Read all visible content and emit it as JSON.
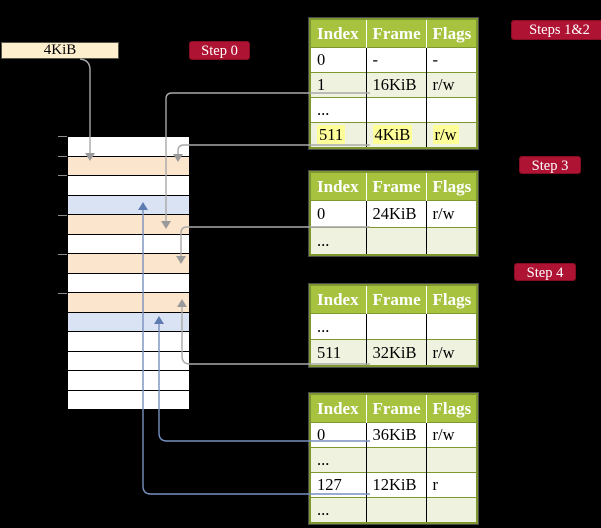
{
  "labels": {
    "page_size_box": "4KiB",
    "step0": "Step 0",
    "steps12": "Steps 1&2",
    "step3": "Step 3",
    "step4": "Step 4"
  },
  "tables": {
    "t1": {
      "headers": [
        "Index",
        "Frame",
        "Flags"
      ],
      "rows": [
        [
          "0",
          "-",
          "-"
        ],
        [
          "1",
          "16KiB",
          "r/w"
        ],
        [
          "...",
          "",
          ""
        ],
        [
          "511",
          "4KiB",
          "r/w"
        ]
      ],
      "highlighted_row": "511 | 4KiB | r/w"
    },
    "t2": {
      "headers": [
        "Index",
        "Frame",
        "Flags"
      ],
      "rows": [
        [
          "0",
          "24KiB",
          "r/w"
        ],
        [
          "...",
          "",
          ""
        ]
      ]
    },
    "t3": {
      "headers": [
        "Index",
        "Frame",
        "Flags"
      ],
      "rows": [
        [
          "...",
          "",
          ""
        ],
        [
          "511",
          "32KiB",
          "r/w"
        ]
      ]
    },
    "t4": {
      "headers": [
        "Index",
        "Frame",
        "Flags"
      ],
      "rows": [
        [
          "0",
          "36KiB",
          "r/w"
        ],
        [
          "...",
          "",
          ""
        ],
        [
          "127",
          "12KiB",
          "r"
        ],
        [
          "...",
          "",
          ""
        ]
      ]
    }
  },
  "memory": {
    "rows": [
      "white",
      "peach",
      "white",
      "blue",
      "peach",
      "white",
      "peach",
      "white",
      "peach",
      "blue",
      "white",
      "white",
      "white",
      "white"
    ],
    "frame_size": "4KiB"
  },
  "arrows": [
    {
      "from": "4KiB box",
      "to": "memory frame 4KiB (peach)",
      "color": "gray",
      "direction": "down"
    },
    {
      "from": "table1 row 1 / 16KiB",
      "to": "memory frame 16KiB (peach)",
      "color": "gray",
      "direction": "down"
    },
    {
      "from": "table1 row 511 / 4KiB",
      "to": "memory frame 4KiB (peach)",
      "color": "gray",
      "direction": "down"
    },
    {
      "from": "table2 row 0 / 24KiB",
      "to": "memory frame 24KiB (peach)",
      "color": "gray",
      "direction": "down"
    },
    {
      "from": "table3 row 511 / 32KiB",
      "to": "memory frame 32KiB (peach)",
      "color": "gray",
      "direction": "up"
    },
    {
      "from": "table4 row 0 / 36KiB",
      "to": "memory frame 36KiB (blue)",
      "color": "blue",
      "direction": "up"
    },
    {
      "from": "table4 row 127 / 12KiB",
      "to": "memory frame 12KiB (blue)",
      "color": "blue",
      "direction": "up"
    }
  ],
  "colors": {
    "badge_red": "#ae1333",
    "table_header_green": "#a6c23f",
    "table_border_olive": "#7f972f",
    "row_light_green": "#eef2de",
    "highlight_yellow": "#ffff99",
    "memory_peach": "#fce5cd",
    "memory_blue": "#dae3f3",
    "box_cream": "#fdeecd",
    "arrow_gray": "#a9a9a9",
    "arrow_blue": "#7890be",
    "background": "#000000"
  }
}
